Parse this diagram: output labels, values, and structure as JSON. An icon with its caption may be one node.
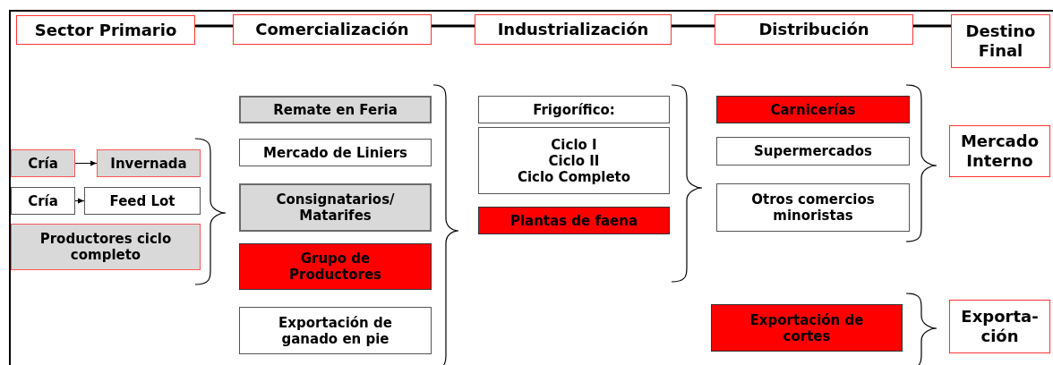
{
  "diagram": {
    "nodes": [
      {
        "text": [
          "Sector Primario"
        ]
      },
      {
        "text": [
          "Comercialización"
        ]
      },
      {
        "text": [
          "Industrialización"
        ]
      },
      {
        "text": [
          "Distribución"
        ]
      },
      {
        "text": [
          "Destino Final"
        ]
      },
      {
        "text": [
          "Cría"
        ]
      },
      {
        "text": [
          "Invernada"
        ]
      },
      {
        "text": [
          "Cría"
        ]
      },
      {
        "text": [
          "Feed Lot"
        ]
      },
      {
        "text": [
          "Productores ciclo completo"
        ]
      },
      {
        "text": [
          "Remate en Feria"
        ]
      },
      {
        "text": [
          "Mercado de Liniers"
        ]
      },
      {
        "text": [
          "Consignatarios/ Matarifes"
        ]
      },
      {
        "text": [
          "Grupo de Productores"
        ]
      },
      {
        "text": [
          "Exportación de ganado en pie"
        ]
      },
      {
        "text": [
          "Frigorífico:"
        ]
      },
      {
        "text": [
          "Ciclo I",
          "Ciclo II",
          "Ciclo Completo"
        ]
      },
      {
        "text": [
          "Plantas de faena"
        ]
      },
      {
        "text": [
          "Carnicerías"
        ]
      },
      {
        "text": [
          "Supermercados"
        ]
      },
      {
        "text": [
          "Otros comercios minoristas"
        ]
      },
      {
        "text": [
          "Exportación de cortes"
        ]
      },
      {
        "text": [
          "Mercado Interno"
        ]
      },
      {
        "text": [
          "Exporta- ción"
        ]
      }
    ],
    "edges": [
      {
        "from": 0,
        "to": 1,
        "arrow": "none"
      },
      {
        "from": 1,
        "to": 2,
        "arrow": "none"
      },
      {
        "from": 2,
        "to": 3,
        "arrow": "none"
      },
      {
        "from": 3,
        "to": 4,
        "arrow": "none"
      },
      {
        "from": 5,
        "to": 6,
        "arrow": "to"
      },
      {
        "from": 7,
        "to": 8,
        "arrow": "to"
      }
    ]
  }
}
